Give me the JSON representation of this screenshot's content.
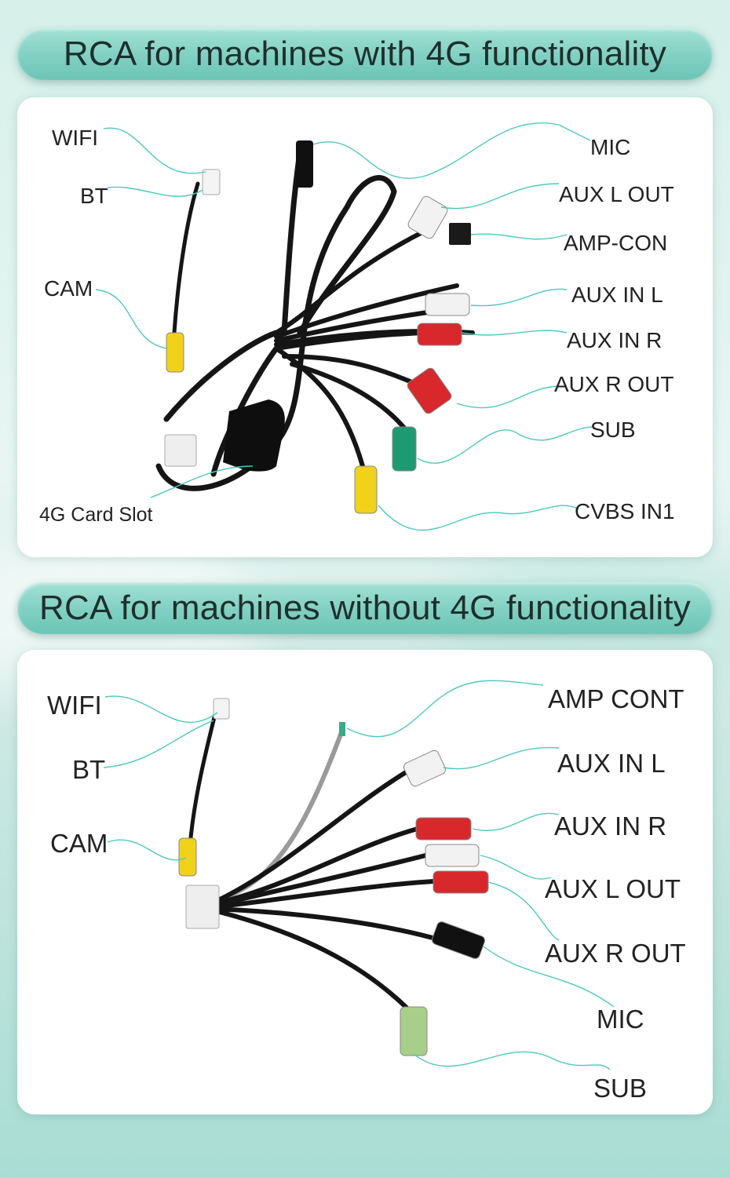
{
  "sections": [
    {
      "title": "RCA for machines with 4G functionality",
      "left_labels": [
        "WIFI",
        "BT",
        "CAM",
        "4G Card Slot"
      ],
      "right_labels": [
        "MIC",
        "AUX L OUT",
        "AMP-CON",
        "AUX IN L",
        "AUX IN R",
        "AUX R OUT",
        "SUB",
        "CVBS IN1"
      ]
    },
    {
      "title": "RCA for machines without 4G functionality",
      "left_labels": [
        "WIFI",
        "BT",
        "CAM"
      ],
      "right_labels": [
        "AMP CONT",
        "AUX IN L",
        "AUX IN R",
        "AUX L OUT",
        "AUX R OUT",
        "MIC",
        "SUB"
      ]
    }
  ],
  "colors": {
    "banner": "#7fd0c2",
    "leader_line": "#4cc9c0",
    "cable": "#151515",
    "rca_red": "#d8282c",
    "rca_white": "#f2f2f2",
    "rca_yellow": "#f1d21a",
    "rca_green": "#1e9a72",
    "rca_lightgreen": "#a7cf8a"
  }
}
